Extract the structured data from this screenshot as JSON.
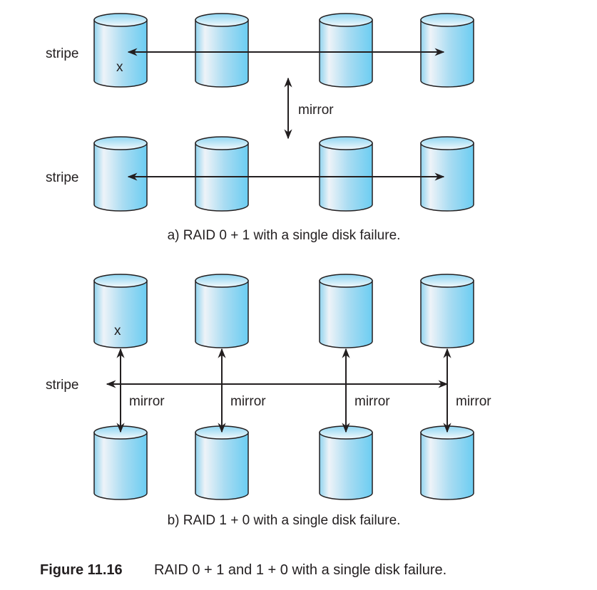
{
  "diagram_a": {
    "stripe_label_top": "stripe",
    "stripe_label_bottom": "stripe",
    "mirror_label": "mirror",
    "failed_mark": "x",
    "failed_disk": {
      "row": "top",
      "index": 0
    },
    "disks_per_row": 4,
    "caption": "a) RAID 0 + 1 with a single disk failure."
  },
  "diagram_b": {
    "stripe_label": "stripe",
    "mirror_labels": [
      "mirror",
      "mirror",
      "mirror",
      "mirror"
    ],
    "failed_mark": "x",
    "failed_disk": {
      "row": "top",
      "index": 0
    },
    "disks_per_row": 4,
    "caption": "b) RAID 1 + 0 with a single disk failure."
  },
  "figure": {
    "number": "Figure 11.16",
    "title": "RAID 0 + 1 and 1 + 0 with a single disk failure."
  },
  "colors": {
    "disk_light": "#eef3f8",
    "disk_mid": "#a9dcf2",
    "disk_dark": "#6ccdf2",
    "outline": "#231f20"
  }
}
